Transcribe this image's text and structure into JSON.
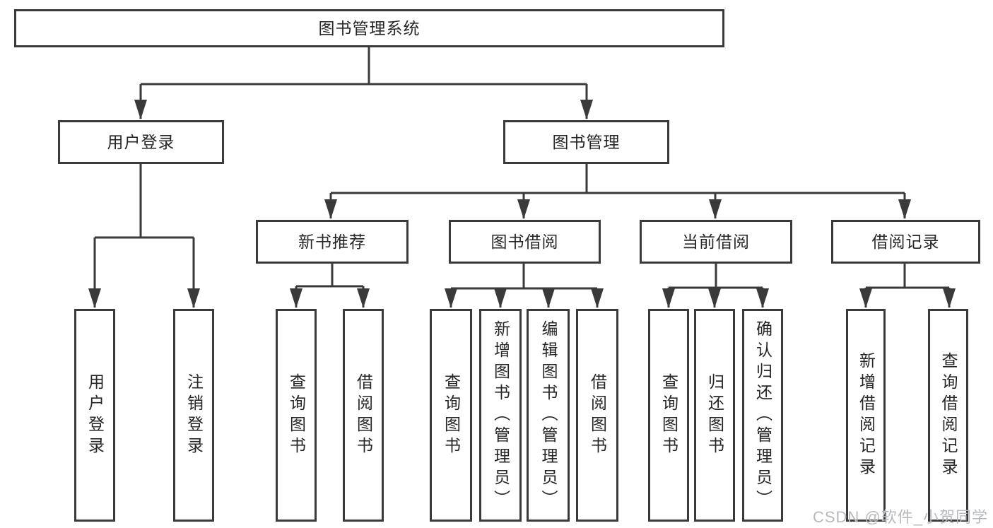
{
  "watermark": "CSDN @软件_小贺同学",
  "colors": {
    "line": "#3a3a3a",
    "text": "#262626",
    "background": "#ffffff",
    "watermark": "#b6b9bf"
  },
  "tree": {
    "root": {
      "label": "图书管理系统"
    },
    "children": [
      {
        "label": "用户登录",
        "children": [
          {
            "label": "用户登录"
          },
          {
            "label": "注销登录"
          }
        ]
      },
      {
        "label": "图书管理",
        "children": [
          {
            "label": "新书推荐",
            "children": [
              {
                "label": "查询图书"
              },
              {
                "label": "借阅图书"
              }
            ]
          },
          {
            "label": "图书借阅",
            "children": [
              {
                "label": "查询图书"
              },
              {
                "label": "新增图书（管理员）"
              },
              {
                "label": "编辑图书（管理员）"
              },
              {
                "label": "借阅图书"
              }
            ]
          },
          {
            "label": "当前借阅",
            "children": [
              {
                "label": "查询图书"
              },
              {
                "label": "归还图书"
              },
              {
                "label": "确认归还（管理员）"
              }
            ]
          },
          {
            "label": "借阅记录",
            "children": [
              {
                "label": "新增借阅记录"
              },
              {
                "label": "查询借阅记录"
              }
            ]
          }
        ]
      }
    ]
  }
}
